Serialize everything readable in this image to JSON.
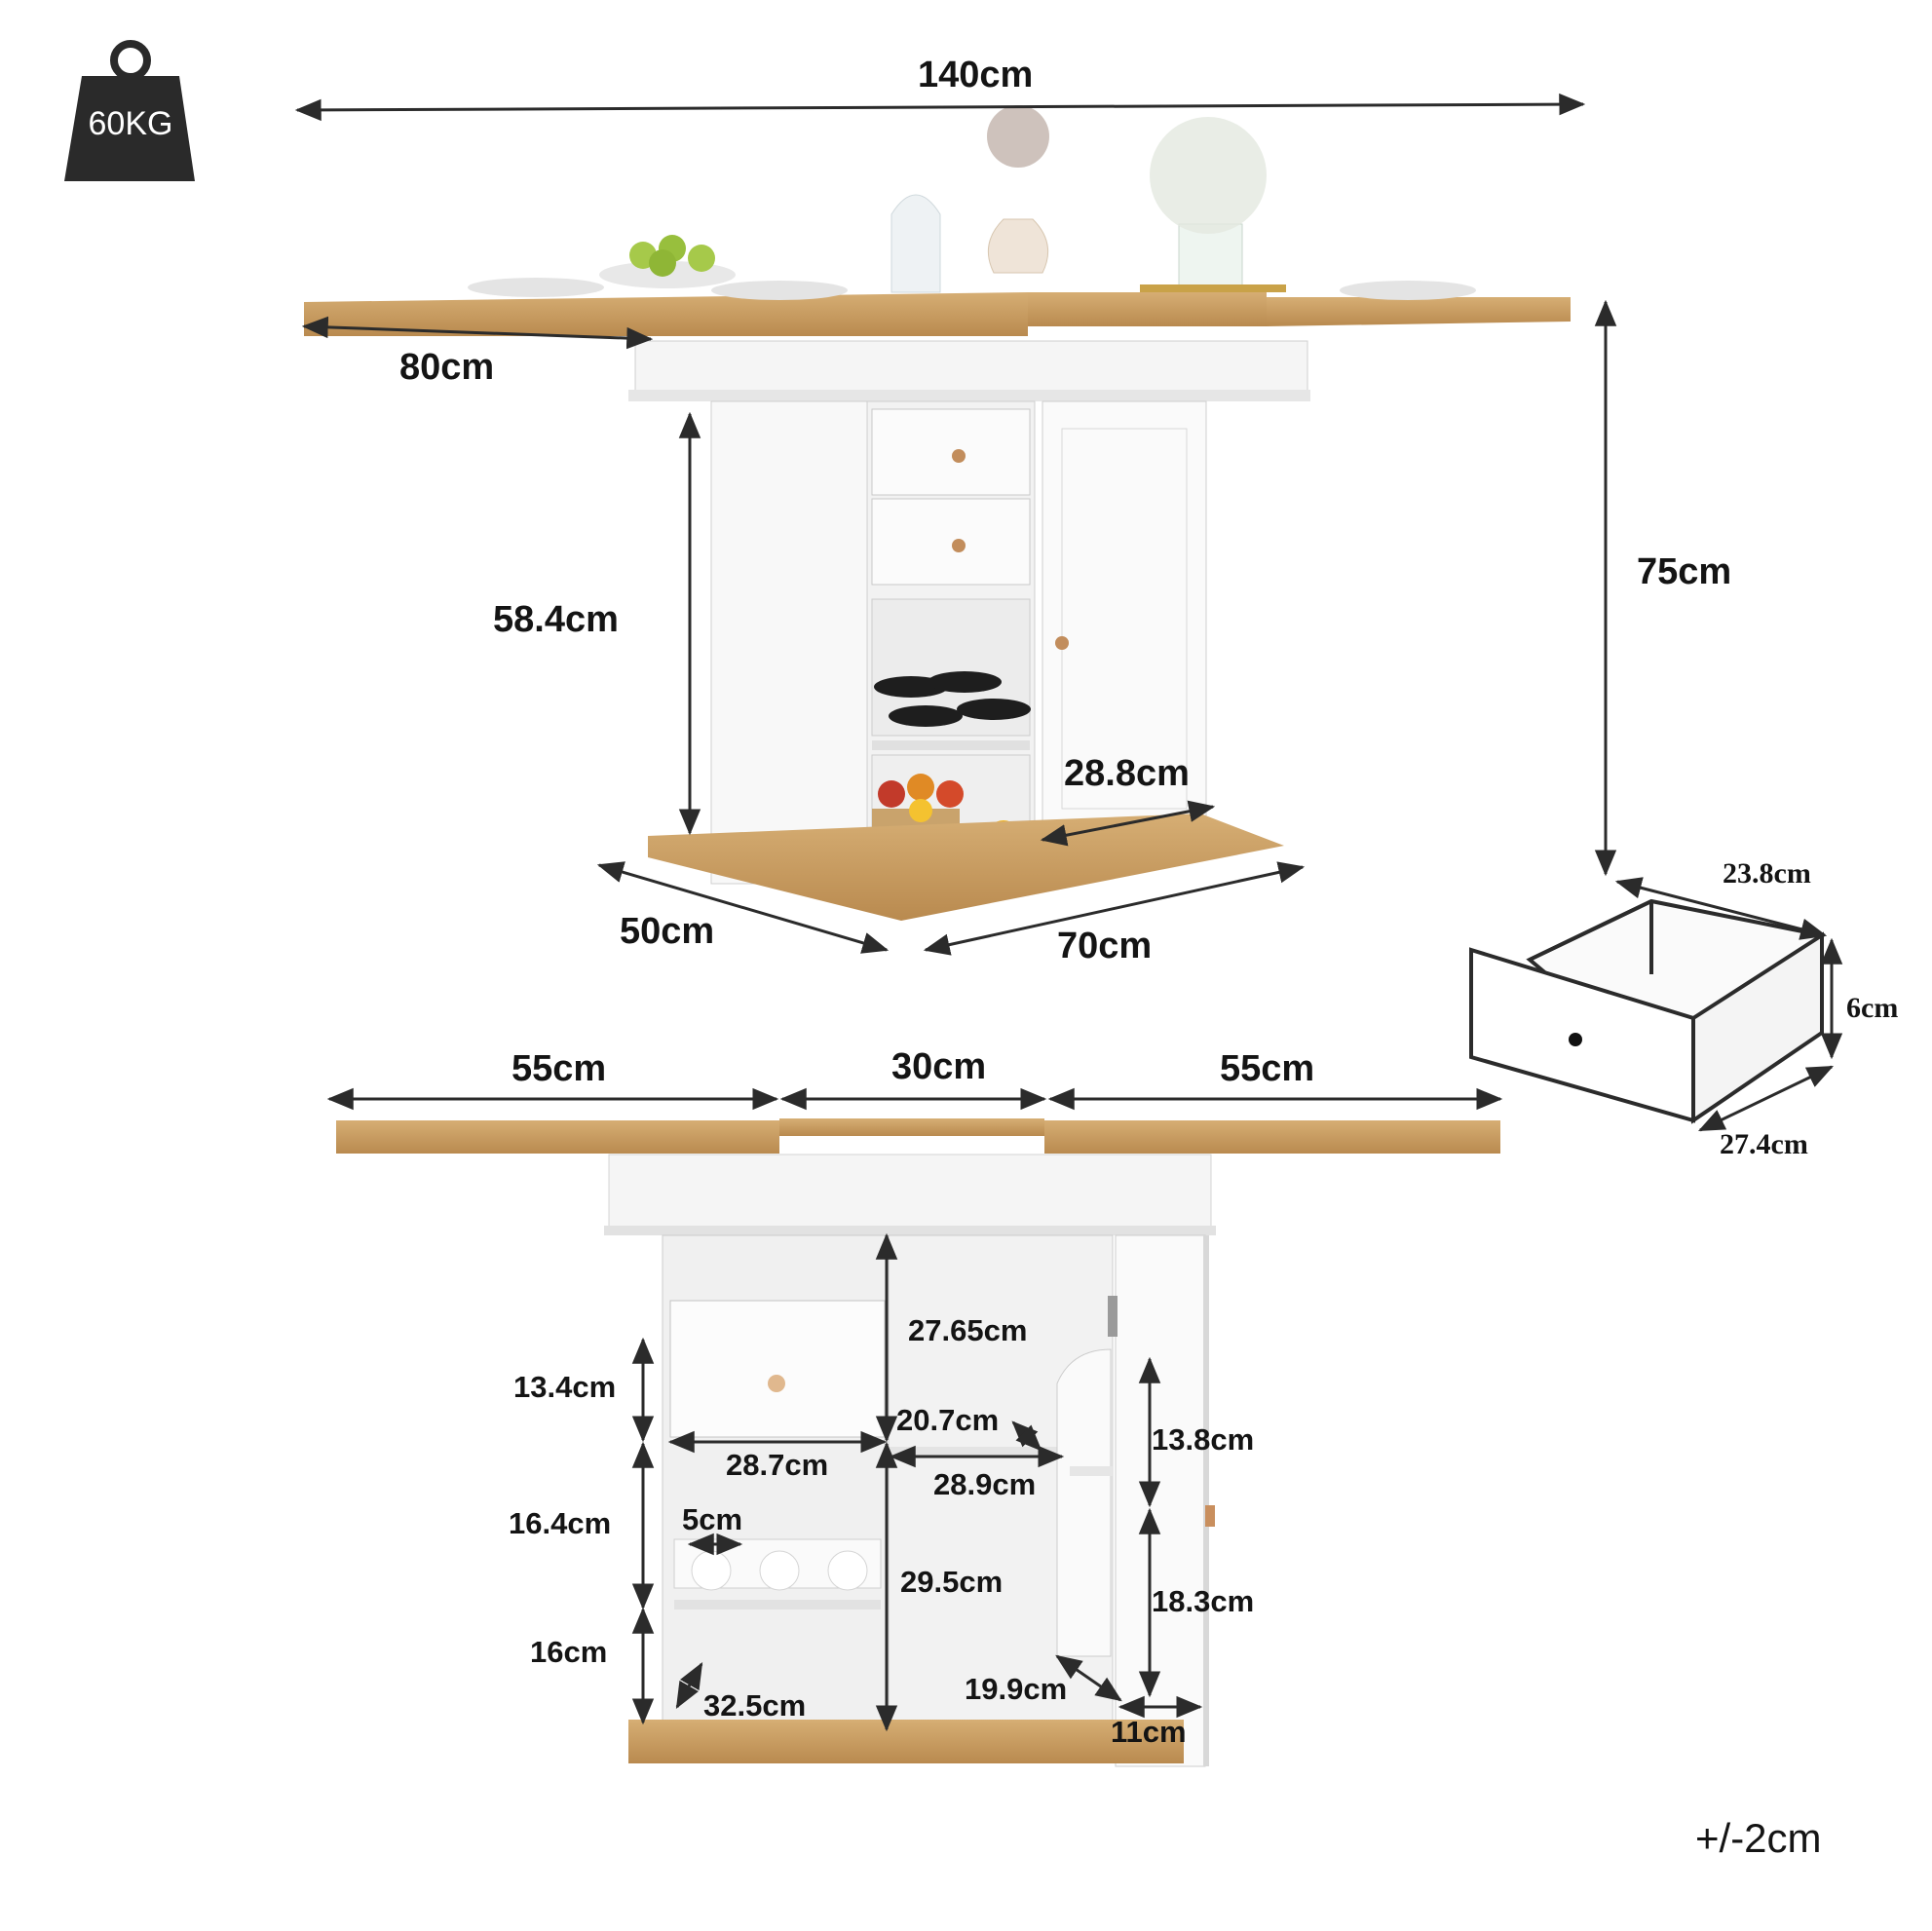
{
  "badge": {
    "weight": "60KG",
    "icon": "weight-icon"
  },
  "tolerance": "+/-2cm",
  "colors": {
    "wood": "#c9a066",
    "wood_dark": "#a87b43",
    "white_panel": "#f7f7f7",
    "line": "#2b2b2b"
  },
  "top_view": {
    "total_width": "140cm",
    "leaf_depth": "80cm",
    "total_height": "75cm",
    "cabinet_height": "58.4cm",
    "door_width": "28.8cm",
    "base_depth": "50cm",
    "base_width": "70cm"
  },
  "drawer": {
    "width": "23.8cm",
    "height": "6cm",
    "depth": "27.4cm"
  },
  "front_view": {
    "left_leaf": "55cm",
    "center": "30cm",
    "right_leaf": "55cm",
    "top_opening": "27.65cm",
    "drawer_height": "13.4cm",
    "drawer_width": "28.7cm",
    "shelf_depth": "20.7cm",
    "shelf_width": "28.9cm",
    "wine_rack_height": "16.4cm",
    "bottle_slot": "5cm",
    "mid_height": "29.5cm",
    "bottom_height": "16cm",
    "bottom_depth": "32.5cm",
    "door_shelf_upper": "13.8cm",
    "door_shelf_lower": "18.3cm",
    "inner_depth": "19.9cm",
    "door_shelf_depth": "11cm"
  }
}
